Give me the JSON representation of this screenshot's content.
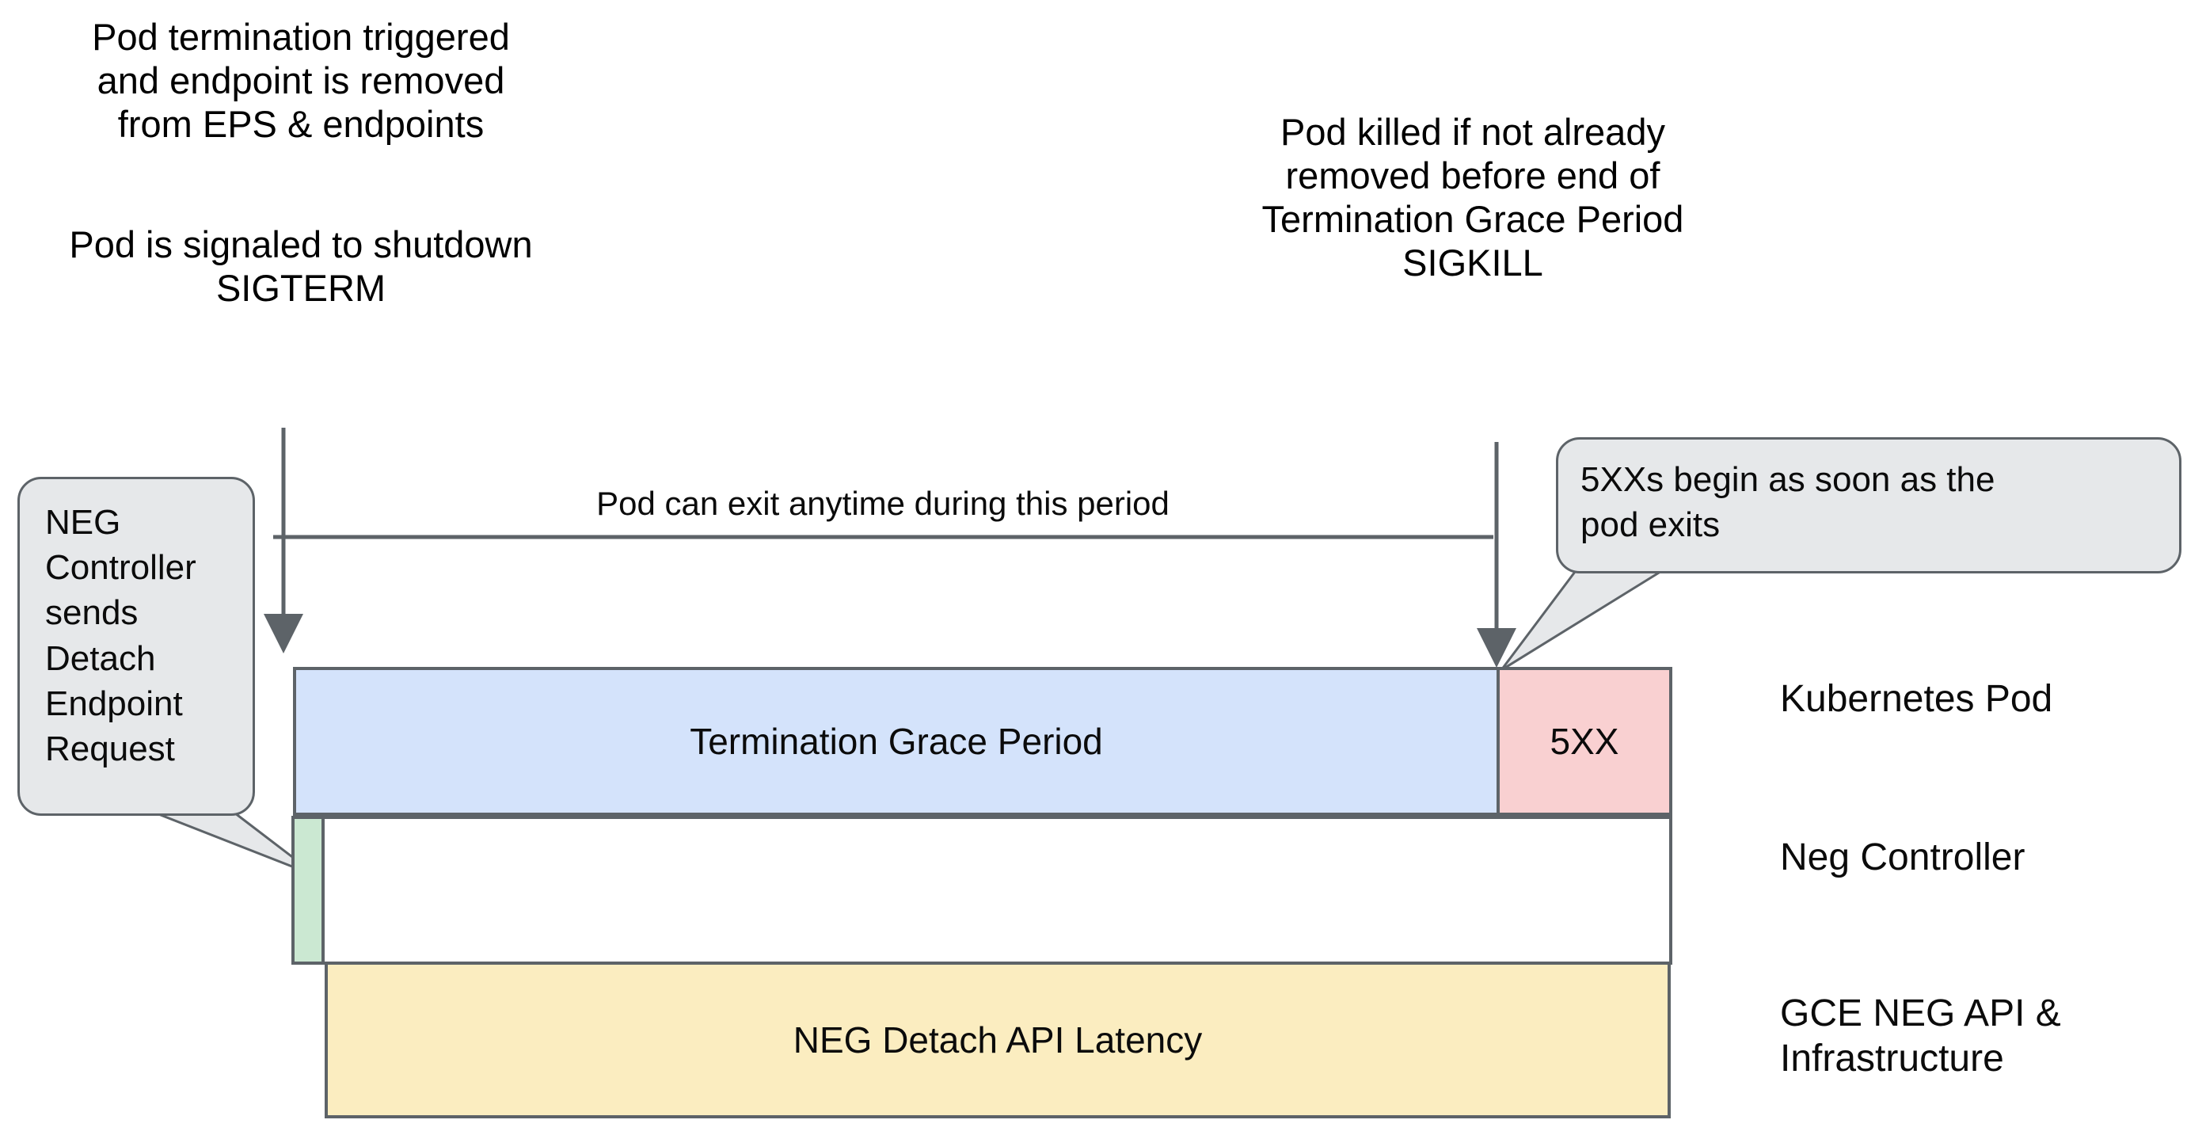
{
  "diagram": {
    "title_annotations": {
      "left_top": "Pod termination triggered\nand endpoint is removed\nfrom EPS & endpoints",
      "left_bottom": "Pod is signaled to shutdown\nSIGTERM",
      "right_top": "Pod killed if not already\nremoved before end of\nTermination Grace Period\nSIGKILL"
    },
    "period_label": "Pod can exit anytime during this period",
    "callouts": {
      "left": "NEG\nController\nsends\nDetach\nEndpoint\nRequest",
      "right": "5XXs begin as soon as the\npod exits"
    },
    "bars": {
      "termination_grace_period": "Termination Grace Period",
      "five_xx": "5XX",
      "neg_detach_api_latency": "NEG Detach API Latency"
    },
    "lanes": [
      {
        "label": "Kubernetes Pod"
      },
      {
        "label": "Neg Controller"
      },
      {
        "label": "GCE NEG API &\nInfrastructure"
      }
    ],
    "colors": {
      "blue_fill": "#d4e3fb",
      "pink_fill": "#f9d0d1",
      "green_fill": "#cbe8d2",
      "yellow_fill": "#fbedc0",
      "stroke": "#5d6368",
      "bubble_fill": "#e6e8ea",
      "background": "#ffffff"
    }
  }
}
